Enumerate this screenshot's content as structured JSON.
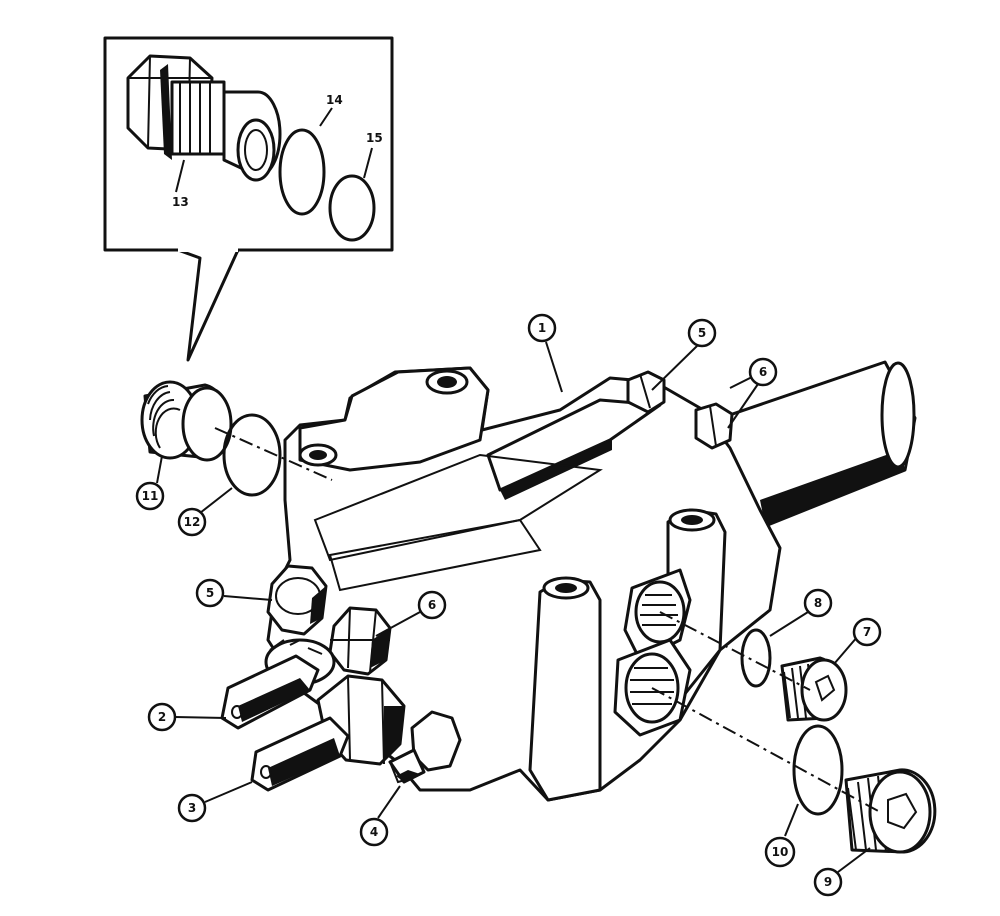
{
  "callouts": {
    "c1": "1",
    "c2": "2",
    "c3": "3",
    "c4": "4",
    "c5a": "5",
    "c5b": "5",
    "c6a": "6",
    "c6b": "6",
    "c7": "7",
    "c8": "8",
    "c9": "9",
    "c10": "10",
    "c11": "11",
    "c12": "12"
  },
  "inset_labels": {
    "l13": "13",
    "l14": "14",
    "l15": "15"
  }
}
